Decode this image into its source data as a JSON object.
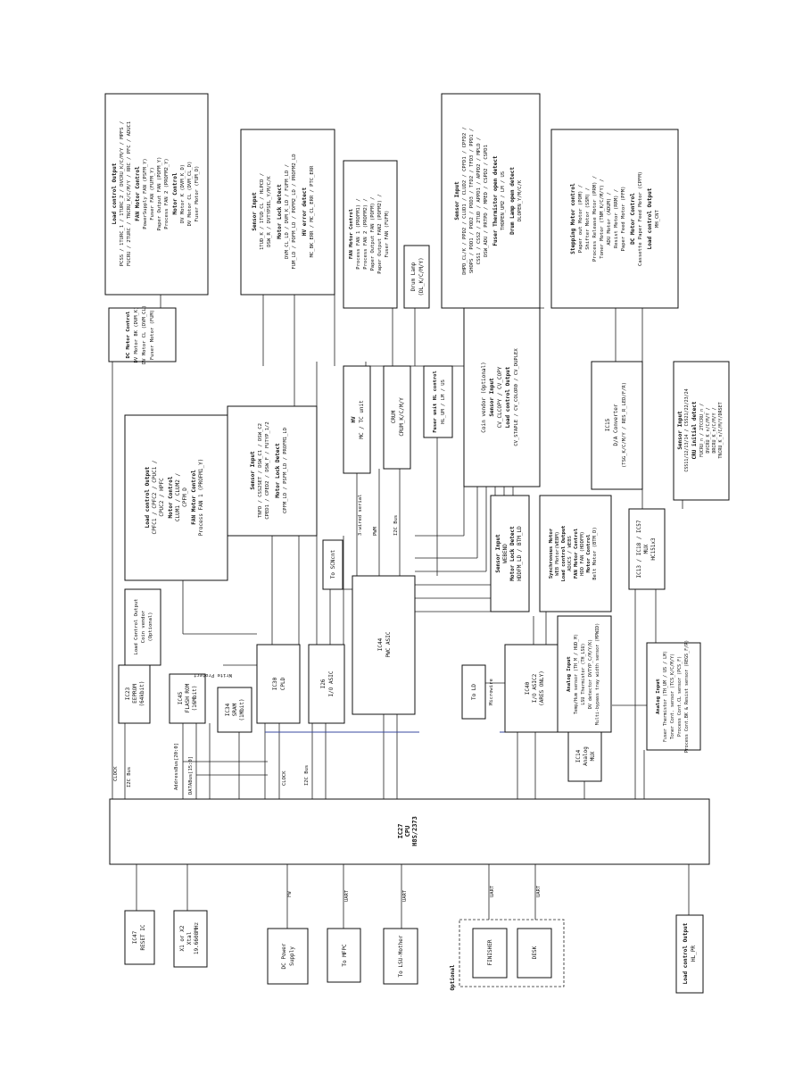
{
  "boxes": [
    {
      "id": "cpu",
      "lines": [
        "IC27",
        "CPU",
        "H8S/2373"
      ],
      "bold": [
        0,
        1,
        2
      ]
    },
    {
      "id": "reset",
      "lines": [
        "IC47",
        "RESET IC"
      ]
    },
    {
      "id": "xtal",
      "lines": [
        "X1 or X2",
        "Xtal",
        "19.6608MHz"
      ]
    },
    {
      "id": "dcps",
      "lines": [
        "DC Power",
        "Supply"
      ]
    },
    {
      "id": "tomfpc",
      "lines": [
        "To MFPC"
      ]
    },
    {
      "id": "tolsu",
      "lines": [
        "To LSU-Mother"
      ]
    },
    {
      "id": "finisher",
      "lines": [
        "FINISHER"
      ]
    },
    {
      "id": "desk",
      "lines": [
        "DESK"
      ]
    },
    {
      "id": "hlpr",
      "lines": [
        "Load control Output",
        "HL_PR"
      ],
      "bold": [
        0
      ]
    },
    {
      "id": "eeprom",
      "lines": [
        "IC23",
        "EEPROM",
        "(64kbit)"
      ]
    },
    {
      "id": "flash",
      "lines": [
        "IC45",
        "FLASH ROM",
        "(16Mbit)"
      ]
    },
    {
      "id": "sram",
      "lines": [
        "IC34",
        "SRAM",
        "(1Mbit)"
      ]
    },
    {
      "id": "cpld",
      "lines": [
        "IC30",
        "CPLD"
      ]
    },
    {
      "id": "io1",
      "lines": [
        "I26",
        "I/O ASIC"
      ]
    },
    {
      "id": "pwc",
      "lines": [
        "IC44",
        "PWC ASIC"
      ]
    },
    {
      "id": "told",
      "lines": [
        "To LD"
      ]
    },
    {
      "id": "io2",
      "lines": [
        "IC40",
        "I/O ASIC2",
        "(ARES ONLY)"
      ]
    },
    {
      "id": "mux",
      "lines": [
        "IC14",
        "Analog",
        "MUX"
      ]
    },
    {
      "id": "coinopt",
      "lines": [
        "Load Control Output",
        "Coin vendor",
        "(Optional)"
      ]
    },
    {
      "id": "toscn",
      "lines": [
        "To SCNcnt"
      ]
    },
    {
      "id": "hv",
      "lines": [
        "HV",
        "MC / TC unit"
      ],
      "bold": [
        0
      ]
    },
    {
      "id": "crum",
      "lines": [
        "CRUM",
        "CRUM_K/C/M/Y"
      ]
    },
    {
      "id": "fuserhl",
      "lines": [
        "Fuser unit HL control",
        "HL_UM / LM / US"
      ],
      "bold": [
        0
      ]
    },
    {
      "id": "drumlamp",
      "lines": [
        "Drum Lamp",
        "(DL_K/C/M/Y)"
      ]
    },
    {
      "id": "muxhc",
      "lines": [
        "IC13 / IC18 / IC57",
        "MUX",
        "HC151x3"
      ]
    },
    {
      "id": "dac",
      "lines": [
        "IC15",
        "D/A Converter",
        "(TSG_K/C/M/Y / RES_R_LED/F/R)"
      ]
    },
    {
      "id": "coinv",
      "lines": [
        "Coin vendor (Optional)",
        "Sensor Input",
        "CV_CLCOPY / CV_COPY",
        "Load control Output",
        "CV_STAPLE / CV_COLOR0 / CV_DUPLEX"
      ],
      "bold": [
        1,
        3
      ]
    },
    {
      "id": "webend",
      "lines": [
        "Sensor Input",
        "WEBEND",
        "Motor Lock Detect",
        "HDDFM_LD / BTM_LD"
      ],
      "bold": [
        0,
        2
      ]
    },
    {
      "id": "syncmotor",
      "lines": [
        "Synchronous Motor",
        "WEB Motor(WEBM)",
        "Load control Output",
        "ADUCS / WEBS",
        "FAN Motor Control",
        "HDD FAN (HDDFM)",
        "Motor Control",
        "Belt Motor (BTM_D)"
      ],
      "bold": [
        0,
        2,
        4,
        6
      ]
    },
    {
      "id": "analog1",
      "lines": [
        "Analog Input",
        "Temp/Hum sensor (TH_M / HUD_M)",
        "LSU Thermistor (TH_LSU)",
        "DV detector DVTYP_C/M/Y/K)",
        "Multi-bypass tray width sensor (MPWID)"
      ],
      "bold": [
        0
      ]
    },
    {
      "id": "analog2",
      "lines": [
        "Analog Input",
        "Fuser Thermistor (TH_UM / US / LM)",
        "Toner Cont. sensor (TCS_K/C/M/Y)",
        "Process Cont.CL sensor (PCS_F)",
        "Process Cont.BK & Resist sensor (REGS_F/R)"
      ],
      "bold": [
        0
      ]
    },
    {
      "id": "loadctl1",
      "lines": [
        "Load control Output",
        "CPFC1 / CPFC2 / CPUC1 /",
        "CPUC2 / HPFC",
        "Motor Control",
        "CLUM1 / CLUM2 /",
        "CPFM_D",
        "FAN Motor Control",
        "Process FAN 1 (PROFM1_Y)"
      ],
      "bold": [
        0,
        3,
        6
      ]
    },
    {
      "id": "sensorcpld",
      "lines": [
        "Sensor Input",
        "TNFD / CSS2SET / DSW_C1 / DSW_C2",
        "CPED1 / CPED2 / DSW_F / FUTYP_1/2",
        "Motor Lock Detect",
        "CPFM_LD / PSFM_LD / PROFM1_LD"
      ],
      "bold": [
        0,
        3
      ]
    },
    {
      "id": "dcmotor1",
      "lines": [
        "DC Motor Control",
        "DV Motor BK (DVM_K)",
        "DV Motor CL (DVM_CL)",
        "Fuser Motor (FUM)"
      ],
      "bold": [
        0
      ]
    },
    {
      "id": "topload",
      "lines": [
        "Load control Output",
        "PCSS / 1TURC_1 / 1TURC_2 / DVCRU_K/C/M/Y / MPFS /",
        "FUCRU / 2TURC / TNCRU_K/C/M/Y / RRC / PFC / ADUC1",
        "FAN Motor Control",
        "PowerSupply FAN (PSFM_Y)",
        "Fuser FAN (FUFM_Y)",
        "Paper Output FAN (POFM_Y)",
        "Process FAN 2 (PROFM2_Y)",
        "Motor Control",
        "DV Motor K (DVM_K_D)",
        "DV Motor CL (DVM_CL_D)",
        "Fuser Motor (FUM_D)"
      ],
      "bold": [
        0,
        3,
        8
      ]
    },
    {
      "id": "sensor1tud",
      "lines": [
        "Sensor Input",
        "1TUD_K / 1TUD_CL / HLPCD /",
        "DSW_R / DVTYPSEL_Y/M/C/K",
        "Motor Lock Detect",
        "DVM_CL_LD / DVM_K_LD / FUFM_LD /",
        "FUM_LD / POFM_LD / POFM2_LD / PROFM2_LD",
        "HV error detect",
        "MC_BK_ERR / MC_CL_ERR / PTC_ERR"
      ],
      "bold": [
        0,
        3,
        6
      ]
    },
    {
      "id": "fanmotor2",
      "lines": [
        "FAN Motor Control",
        "Process FAN 1 (PROFM1) /",
        "Process FAN 2 (PROFM2) /",
        "Paper Output FAN (POFM) /",
        "Paper Output FAN2 (POFM2) /",
        "Fuser FAN (FUFM)"
      ],
      "bold": [
        0
      ]
    },
    {
      "id": "sensorbig",
      "lines": [
        "Sensor Input",
        "DHPD_CL/K / PPD2 / CLUD1 / CLUD2 / CPFD1 / CPFD2 /",
        "SHOPS / POD1 / POD2 / POD3 / TFD2 / TFD3 / PPD1 /",
        "CSS1 / CSS2 / 2TUD / APPD1 / APPD2 / MPLD /",
        "DSW_ADU / PRTPD / MPED / CSPD2 / CSPD1",
        "Fuser Thermistor open detect",
        "THOPEN_UM2 / LM / US",
        "Drum Lamp open detect",
        "DLOPEN_Y/M/C/K"
      ],
      "bold": [
        0,
        5,
        7
      ]
    },
    {
      "id": "stepping",
      "lines": [
        "Stepping Motor control",
        "Paper out Motor (POM) /",
        "Shifter Motor (SSM) /",
        "Process Release Motor (PRM) /",
        "Toner Motor (TNM_K/C/M/Y) /",
        "ADU Motor (ADUM) /",
        "Resist Motor (RRM) /",
        "Paper Feed Motor (PFM)",
        "DC Motor Control",
        "Cassette Paper Feed Motor (CPFM)",
        "Load control Output",
        "MH_CNT"
      ],
      "bold": [
        0,
        8,
        10
      ]
    },
    {
      "id": "sensorcss",
      "lines": [
        "Sensor Input",
        "CSS11/12/13/14 / CSS21/22/23/24",
        "CRU initial detect",
        "FUCRU_n / 2TCCRU_n /",
        "DVCRU_K_n/C/M/Y /",
        "DRCRU_K_n/C/M/Y /",
        "TNCRU_K_n/C/M/Y/DRSET"
      ],
      "bold": [
        0,
        2
      ]
    }
  ],
  "signals": {
    "clock1": "CLOCK",
    "clock2": "CLOCK",
    "i2c1": "I2C Bus",
    "i2c2": "I2C Bus",
    "i2c3": "I2C Bus",
    "addr": "AddressBus[20:0]",
    "data": "DATABus[15:0]",
    "writeprotect": "Write Protect",
    "serial3": "3-wired serial",
    "pwm": "PWM",
    "microwire": "Microwire",
    "fw": "FW",
    "uart1": "UART",
    "uart2": "UART",
    "uart3": "UART",
    "uart4": "UART"
  },
  "optional_label": "Optional"
}
